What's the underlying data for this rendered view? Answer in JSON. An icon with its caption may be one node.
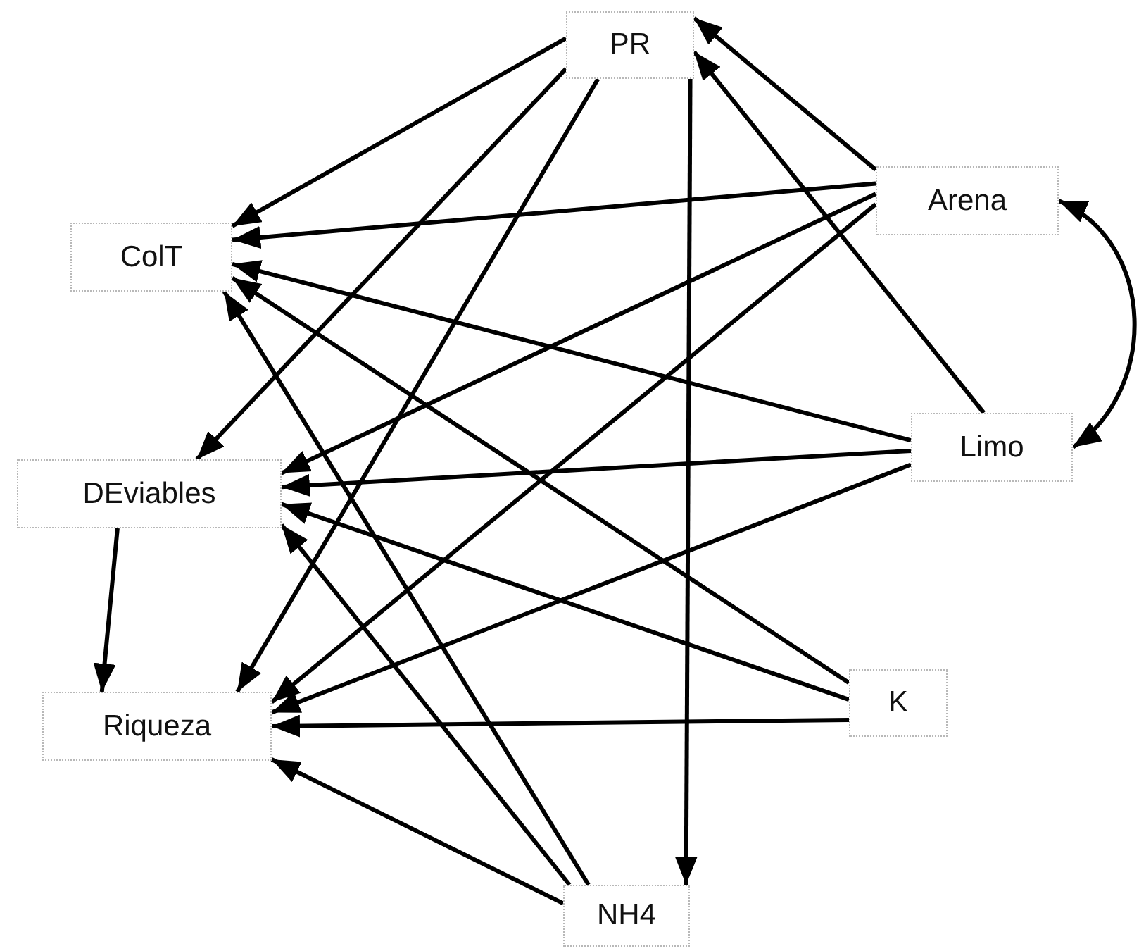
{
  "diagram": {
    "nodes": [
      {
        "text": [
          "PR"
        ]
      },
      {
        "text": [
          "ColT"
        ]
      },
      {
        "text": [
          "DEviables"
        ]
      },
      {
        "text": [
          "Riqueza"
        ]
      },
      {
        "text": [
          "Arena"
        ]
      },
      {
        "text": [
          "Limo"
        ]
      },
      {
        "text": [
          "K"
        ]
      },
      {
        "text": [
          "NH4"
        ]
      }
    ],
    "edges": [
      {
        "from": 0,
        "to": 1,
        "arrow": "to"
      },
      {
        "from": 0,
        "to": 2,
        "arrow": "to"
      },
      {
        "from": 0,
        "to": 3,
        "arrow": "to"
      },
      {
        "from": 0,
        "to": 7,
        "arrow": "to"
      },
      {
        "from": 4,
        "to": 0,
        "arrow": "to"
      },
      {
        "from": 5,
        "to": 0,
        "arrow": "to"
      },
      {
        "from": 4,
        "to": 5,
        "arrow": "both"
      },
      {
        "from": 4,
        "to": 1,
        "arrow": "to"
      },
      {
        "from": 4,
        "to": 2,
        "arrow": "to"
      },
      {
        "from": 4,
        "to": 3,
        "arrow": "to"
      },
      {
        "from": 5,
        "to": 1,
        "arrow": "to"
      },
      {
        "from": 5,
        "to": 2,
        "arrow": "to"
      },
      {
        "from": 5,
        "to": 3,
        "arrow": "to"
      },
      {
        "from": 6,
        "to": 1,
        "arrow": "to"
      },
      {
        "from": 6,
        "to": 2,
        "arrow": "to"
      },
      {
        "from": 6,
        "to": 3,
        "arrow": "to"
      },
      {
        "from": 7,
        "to": 1,
        "arrow": "to"
      },
      {
        "from": 7,
        "to": 2,
        "arrow": "to"
      },
      {
        "from": 7,
        "to": 3,
        "arrow": "to"
      },
      {
        "from": 2,
        "to": 3,
        "arrow": "to"
      }
    ]
  }
}
